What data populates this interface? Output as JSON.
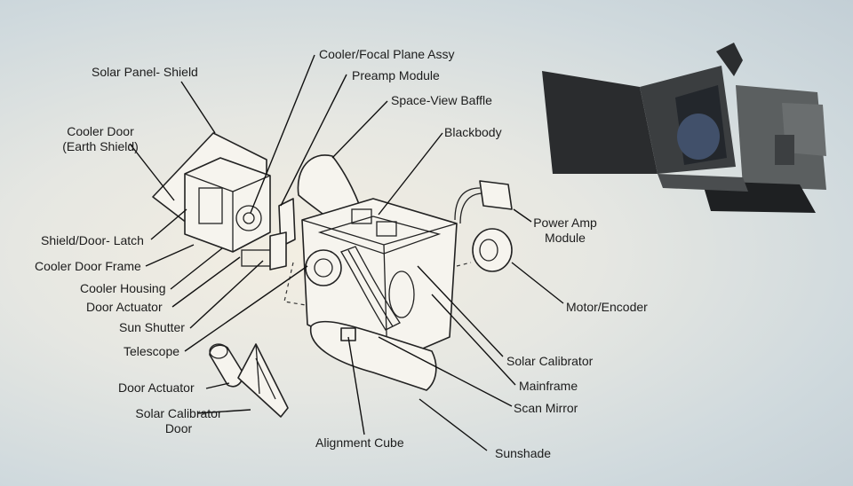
{
  "labels": {
    "solar_panel_shield": "Solar Panel- Shield",
    "cooler_door_line1": "Cooler Door",
    "cooler_door_line2": "(Earth Shield)",
    "shield_door_latch": "Shield/Door- Latch",
    "cooler_door_frame": "Cooler Door Frame",
    "cooler_housing": "Cooler Housing",
    "door_actuator_upper": "Door Actuator",
    "sun_shutter": "Sun Shutter",
    "telescope": "Telescope",
    "door_actuator_lower": "Door Actuator",
    "solar_calibrator_door_line1": "Solar Calibrator",
    "solar_calibrator_door_line2": "Door",
    "cooler_focal_plane_assy": "Cooler/Focal Plane Assy",
    "preamp_module": "Preamp Module",
    "space_view_baffle": "Space-View Baffle",
    "blackbody": "Blackbody",
    "power_amp_line1": "Power Amp",
    "power_amp_line2": "Module",
    "motor_encoder": "Motor/Encoder",
    "solar_calibrator": "Solar Calibrator",
    "mainframe": "Mainframe",
    "scan_mirror": "Scan Mirror",
    "alignment_cube": "Alignment Cube",
    "sunshade": "Sunshade"
  }
}
